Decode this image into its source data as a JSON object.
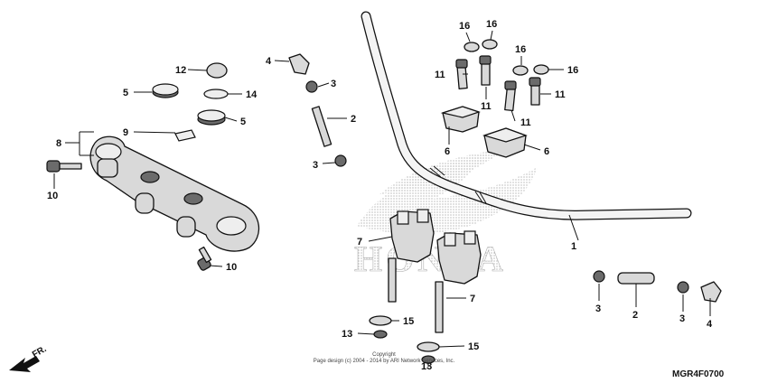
{
  "diagram": {
    "code": "MGR4F0700",
    "direction": "FR.",
    "watermark": "HONDA",
    "copyright": [
      "Copyright",
      "Page design (c) 2004 - 2014 by ARI Network Services, Inc."
    ]
  },
  "callouts": {
    "c1": "1",
    "c2a": "2",
    "c2b": "2",
    "c3a": "3",
    "c3b": "3",
    "c3c": "3",
    "c3d": "3",
    "c4a": "4",
    "c4b": "4",
    "c5a": "5",
    "c5b": "5",
    "c6a": "6",
    "c6b": "6",
    "c7a": "7",
    "c7b": "7",
    "c8": "8",
    "c9": "9",
    "c10a": "10",
    "c10b": "10",
    "c11a": "11",
    "c11b": "11",
    "c11c": "11",
    "c11d": "11",
    "c12": "12",
    "c13a": "13",
    "c13b": "13",
    "c14": "14",
    "c15a": "15",
    "c15b": "15",
    "c16a": "16",
    "c16b": "16",
    "c16c": "16",
    "c16d": "16"
  }
}
